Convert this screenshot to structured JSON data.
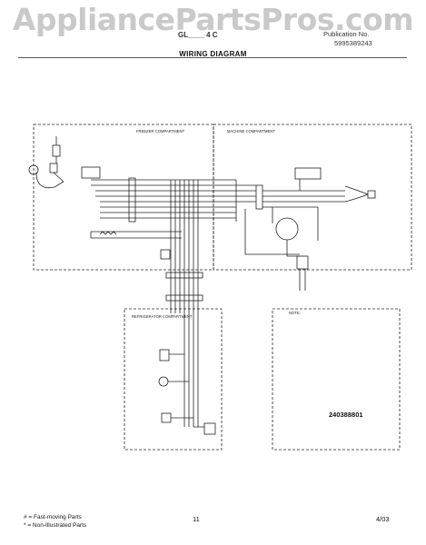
{
  "watermark": "AppliancePartsPros.com",
  "header": {
    "model": "GL____ 4 C",
    "publication_label": "Publication No.",
    "part_number": "5995389243",
    "title": "WIRING DIAGRAM"
  },
  "compartments": {
    "freezer": "FREEZER COMPARTMENT",
    "machine": "MACHINE COMPARTMENT",
    "refrigerator": "REFRIGERATOR COMPARTMENT",
    "note": "NOTE:"
  },
  "figure_number": "240388801",
  "footer": {
    "fast_moving": "#  = Fast-moving Parts",
    "non_illustrated": "*  = Non-Illustrated Parts",
    "page": "11",
    "date": "4/03"
  },
  "colors": {
    "line": "#222222",
    "watermark": "#c9c9c9"
  }
}
